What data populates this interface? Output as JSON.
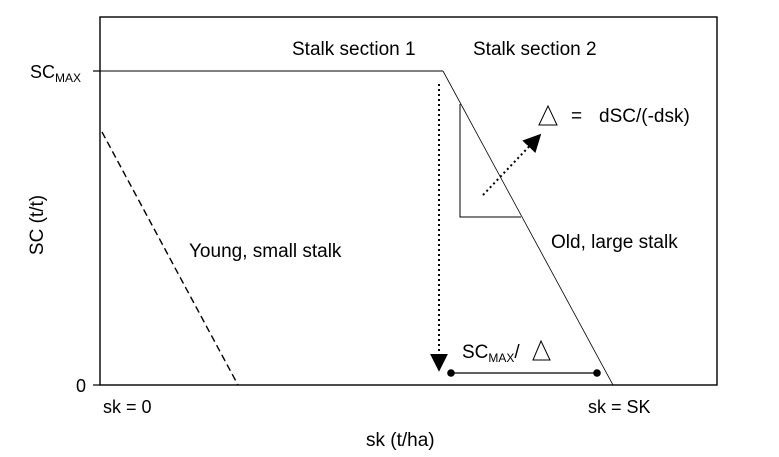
{
  "axes": {
    "xlabel": "sk (t/ha)",
    "ylabel": "SC (t/t)",
    "y_ticks": {
      "max_main": "SC",
      "max_sub": "MAX",
      "zero": "0"
    },
    "x_ticks": {
      "start": "sk = 0",
      "end": "sk = SK"
    }
  },
  "sections": {
    "section1": "Stalk section 1",
    "section2": "Stalk section 2"
  },
  "curves": {
    "young": "Young, small stalk",
    "old": "Old, large stalk"
  },
  "annotations": {
    "slope_eq": "=",
    "slope_def": "dSC/(-dsk)",
    "interval_main": "SC",
    "interval_sub": "MAX",
    "interval_div": "/"
  }
}
